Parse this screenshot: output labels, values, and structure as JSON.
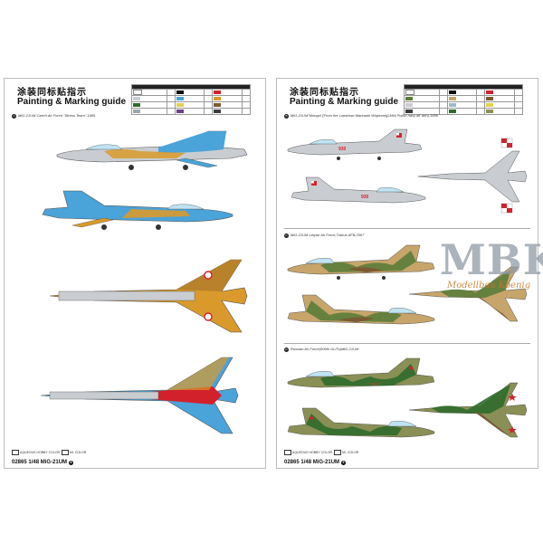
{
  "left_page": {
    "title_cn": "涂装同标贴指示",
    "title_en": "Painting & Marking guide",
    "scheme_a": {
      "badge": "A",
      "caption": "MiG-21UM Czech Air Force,\"Stress Team\",1995"
    },
    "footer_code": "02865 1/48  MiG-21UM",
    "page_no": "8",
    "legend_aqueous": "AQUEOUS HOBBY COLOR",
    "legend_mr": "Mr. COLOR"
  },
  "right_page": {
    "title_cn": "涂装同标贴指示",
    "title_en": "Painting & Marking guide",
    "scheme_b": {
      "badge": "B",
      "caption": "MiG-21UM\"Mongol\"(From the Lotnictwo Marinarki Wojennej(LMW,Polish navy air arm),1996"
    },
    "scheme_c": {
      "badge": "C",
      "caption": "MiG-21UM Libyan Air Force,Tobruk AFB,2007"
    },
    "scheme_d": {
      "badge": "D",
      "caption": "Russian Air Force(509th GLITs)MiG-21UM"
    },
    "footer_code": "02865 1/48  MiG-21UM",
    "page_no": "9",
    "legend_aqueous": "AQUEOUS HOBBY COLOR",
    "legend_mr": "Mr. COLOR"
  },
  "colors": {
    "sky_blue": "#4aa3d9",
    "orange": "#d99a2b",
    "silver": "#c9cdd2",
    "red": "#d3212c",
    "camo_green": "#5b7d3a",
    "camo_tan": "#c7a56a",
    "camo_brown": "#7a5a33"
  },
  "watermark": {
    "main": "MBK",
    "sub": "Modellbau Koenig"
  }
}
